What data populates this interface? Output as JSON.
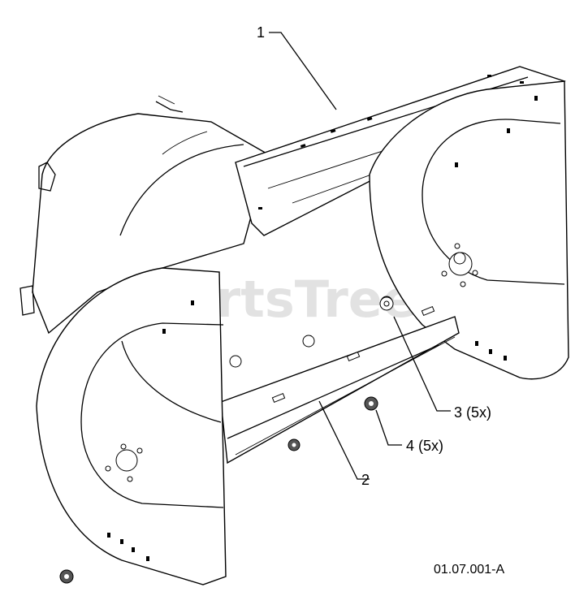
{
  "diagram": {
    "watermark": "PartsTree",
    "reference_code": "01.07.001-A",
    "callouts": [
      {
        "id": "1",
        "label": "1"
      },
      {
        "id": "2",
        "label": "2"
      },
      {
        "id": "3",
        "label": "3 (5x)"
      },
      {
        "id": "4",
        "label": "4 (5x)"
      }
    ]
  }
}
